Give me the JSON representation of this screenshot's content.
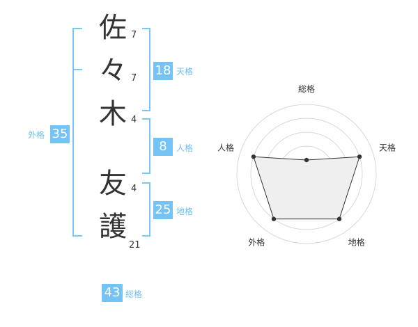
{
  "name": {
    "chars": [
      {
        "char": "佐",
        "strokes": "7"
      },
      {
        "char": "々",
        "strokes": "7"
      },
      {
        "char": "木",
        "strokes": "4"
      },
      {
        "char": "友",
        "strokes": "4"
      },
      {
        "char": "護",
        "strokes": "21"
      }
    ]
  },
  "kakusu": {
    "tenkaku": {
      "value": "18",
      "label": "天格"
    },
    "jinkaku": {
      "value": "8",
      "label": "人格"
    },
    "chikaku": {
      "value": "25",
      "label": "地格"
    },
    "gaikaku": {
      "value": "35",
      "label": "外格"
    },
    "soukaku": {
      "value": "43",
      "label": "総格"
    }
  },
  "colors": {
    "accent": "#74c3f4",
    "bracket": "#79c8f5",
    "radar_fill": "#efefef",
    "radar_line": "#333333"
  },
  "chart_data": {
    "type": "radar",
    "axes": [
      "総格",
      "天格",
      "地格",
      "外格",
      "人格"
    ],
    "values": [
      1,
      4,
      4,
      4,
      4
    ],
    "max": 5,
    "rings": 5
  }
}
